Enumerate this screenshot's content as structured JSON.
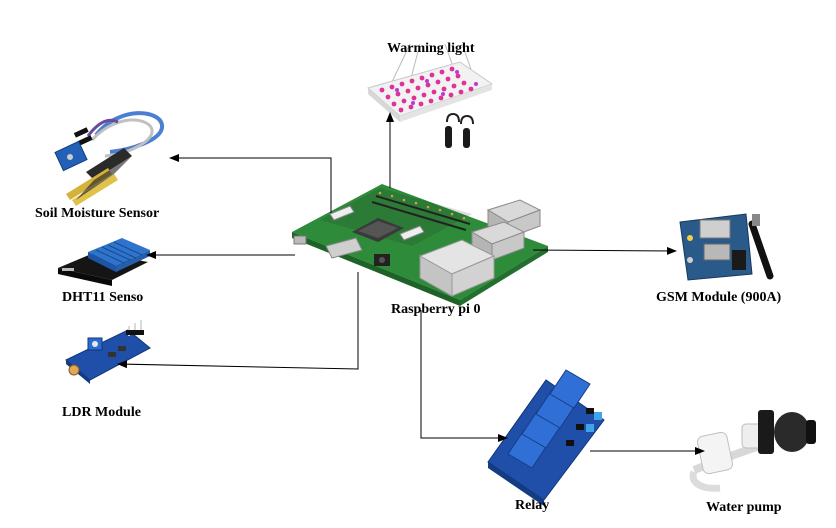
{
  "labels": {
    "warming_light": "Warming light",
    "soil_sensor": "Soil Moisture Sensor",
    "dht11": "DHT11 Senso",
    "ldr": "LDR Module",
    "raspberry": "Raspberry pi 0",
    "gsm": "GSM Module (900A)",
    "relay": "Relay",
    "pump": "Water pump"
  },
  "colors": {
    "pcb_green": "#2e8b3a",
    "dht_blue": "#1e5fb4",
    "relay_blue": "#1f4fa8",
    "led_pink": "#e0309a",
    "arrow": "#000000"
  }
}
